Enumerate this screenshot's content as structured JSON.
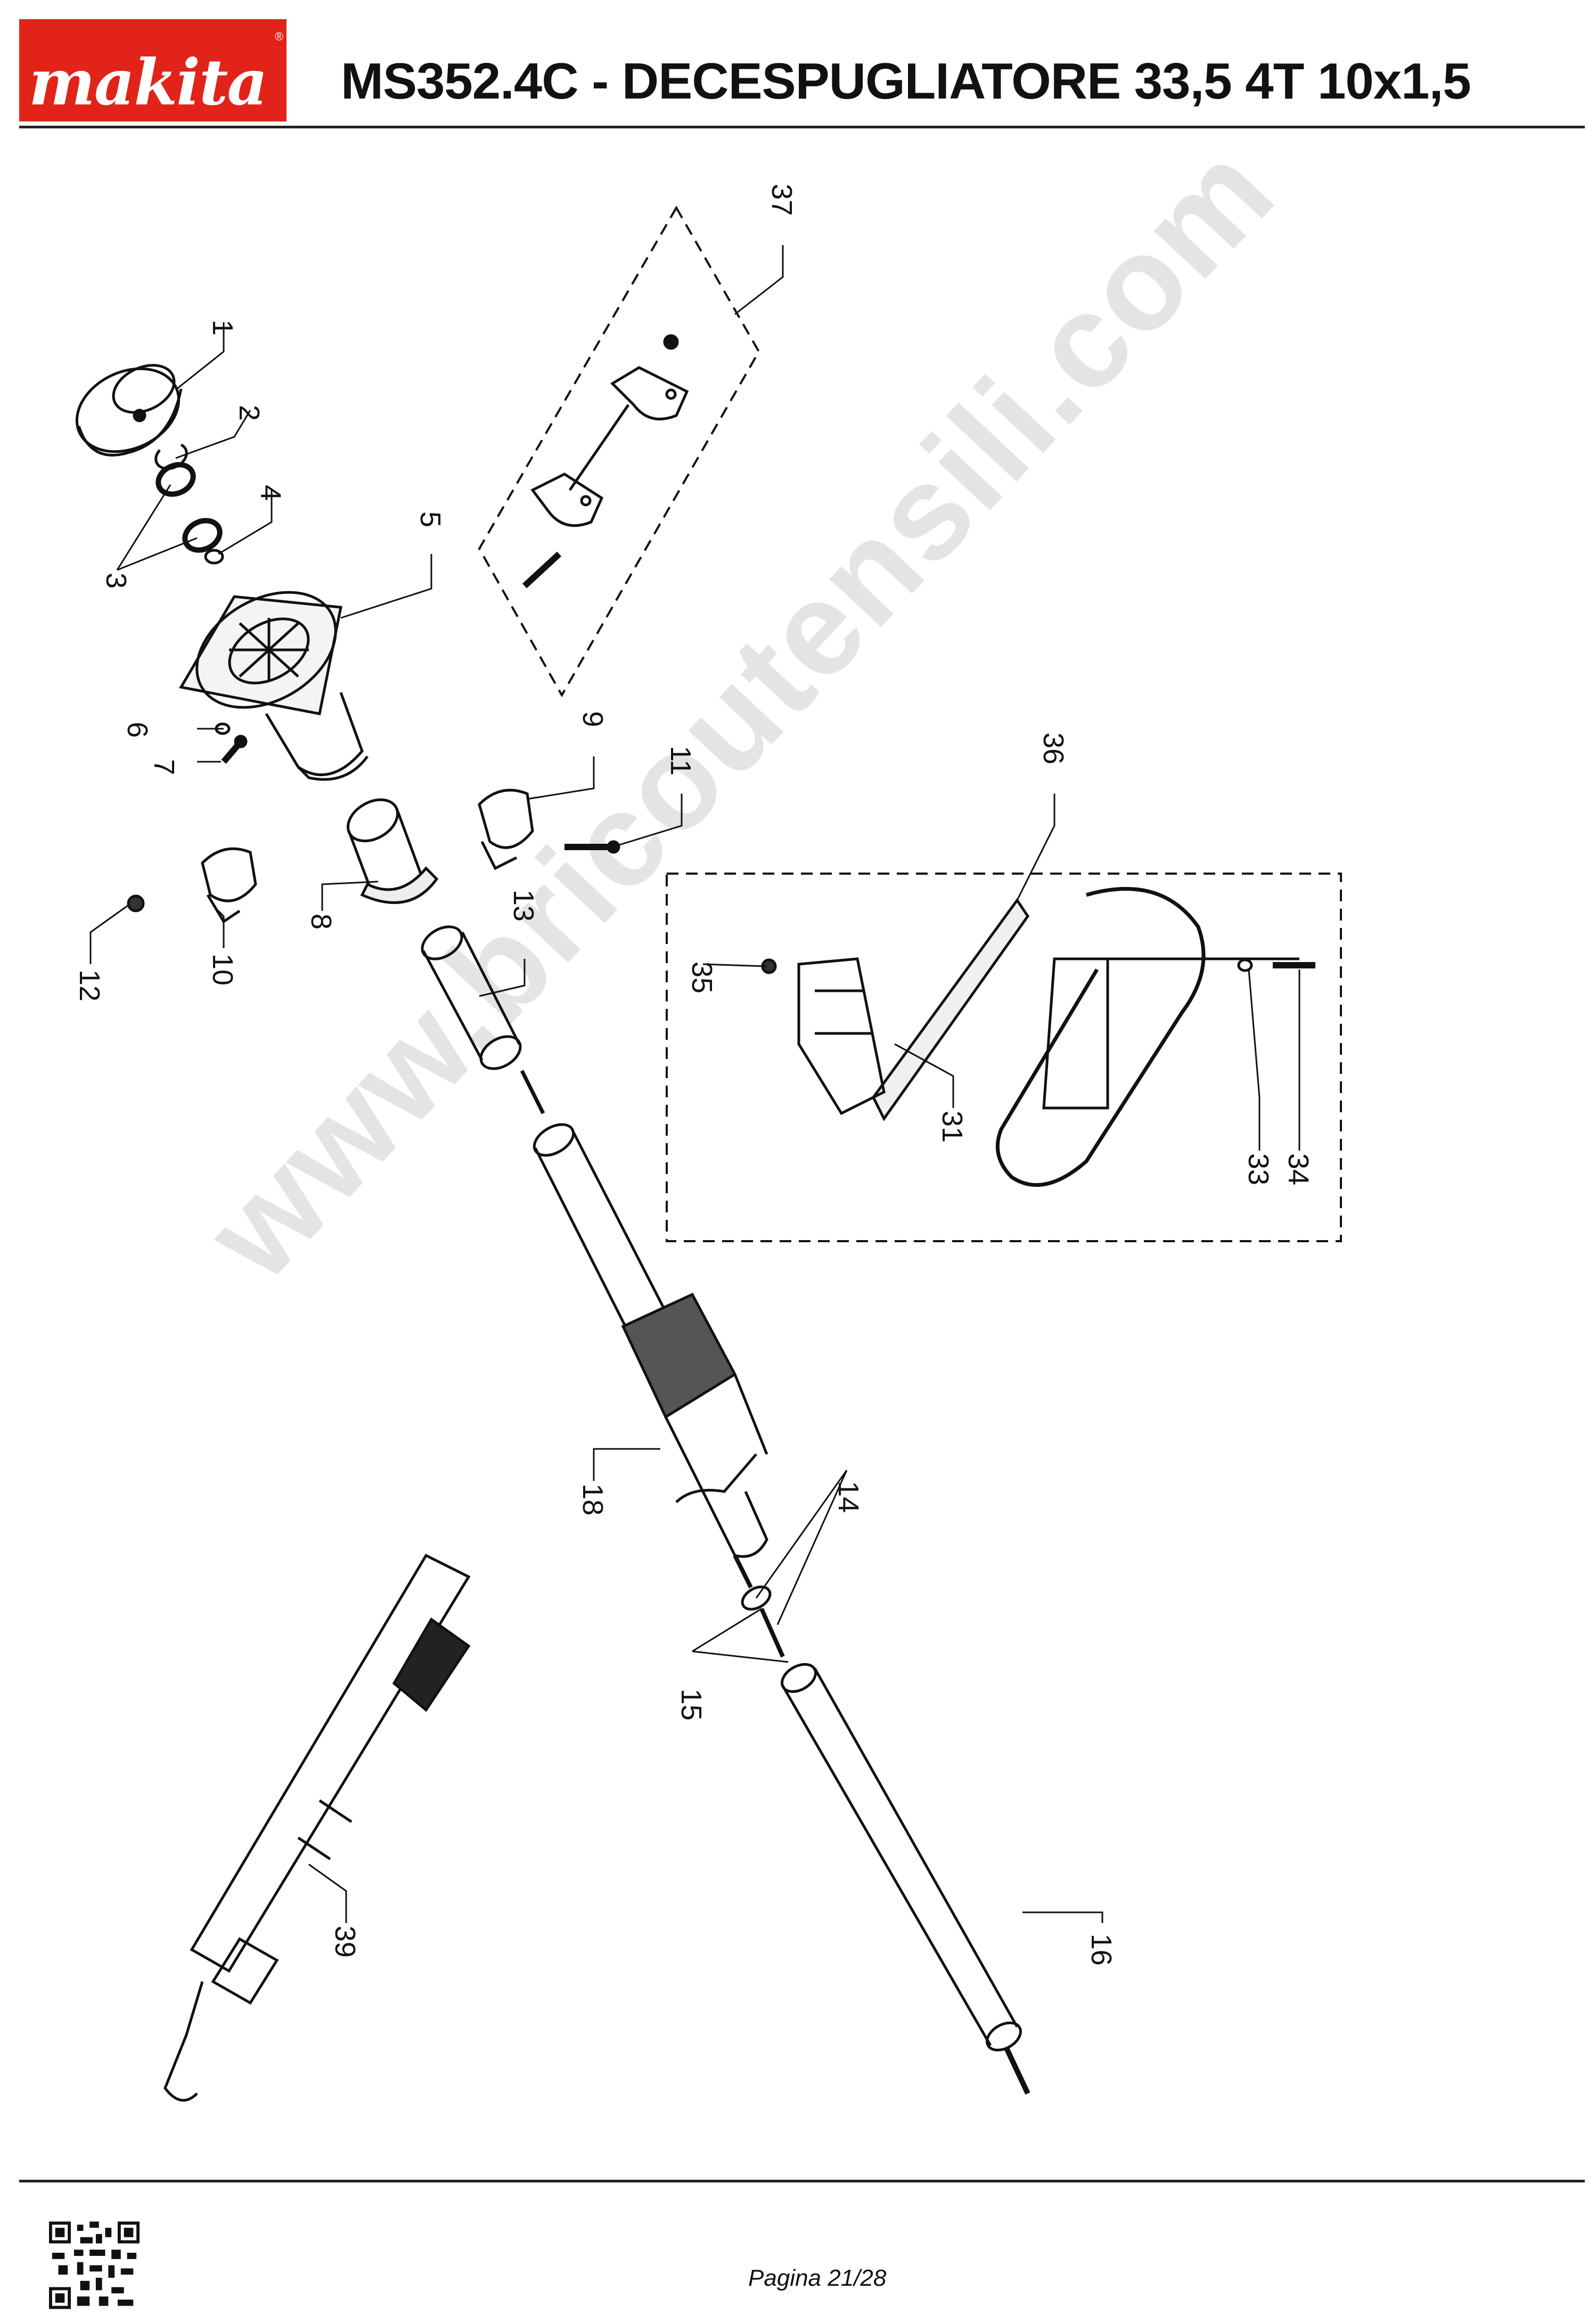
{
  "header": {
    "brand": "makita",
    "title": "MS352.4C - DECESPUGLIATORE 33,5 4T 10x1,5",
    "brand_color": "#e2231a"
  },
  "watermark": {
    "text": "www.bricoutensili.com"
  },
  "diagram": {
    "part_labels": [
      "1",
      "2",
      "3",
      "4",
      "5",
      "6",
      "7",
      "8",
      "9",
      "10",
      "11",
      "12",
      "13",
      "14",
      "15",
      "16",
      "18",
      "31",
      "33",
      "34",
      "35",
      "36",
      "37",
      "39"
    ]
  },
  "footer": {
    "page_label": "Pagina 21/28",
    "qr_icon": "qr-code-icon"
  }
}
